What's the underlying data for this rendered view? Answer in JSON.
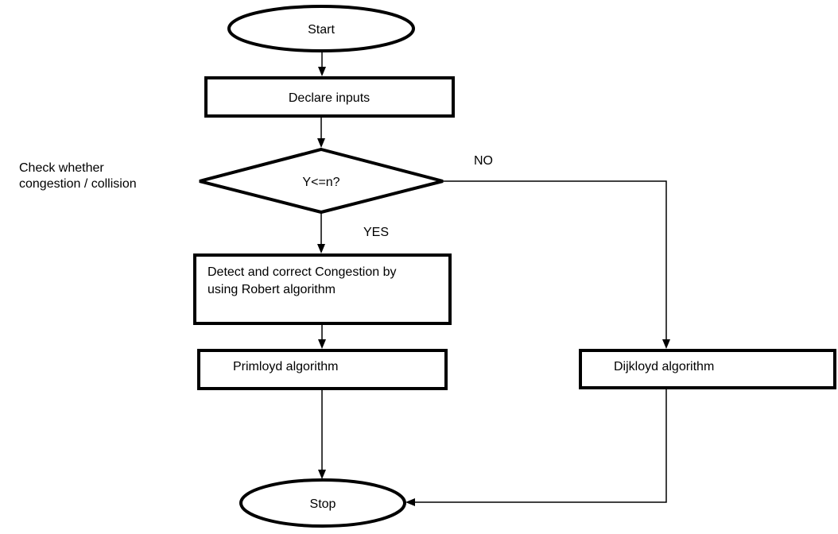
{
  "flowchart": {
    "start": "Start",
    "declare": "Declare inputs",
    "decision": "Y<=n?",
    "decision_note": [
      "Check whether",
      "congestion / collision"
    ],
    "no_label": "NO",
    "yes_label": "YES",
    "detect": [
      "Detect and correct Congestion by",
      "using Robert algorithm"
    ],
    "primloyd": "Primloyd algorithm",
    "dijkloyd": "Dijkloyd algorithm",
    "stop": "Stop"
  }
}
